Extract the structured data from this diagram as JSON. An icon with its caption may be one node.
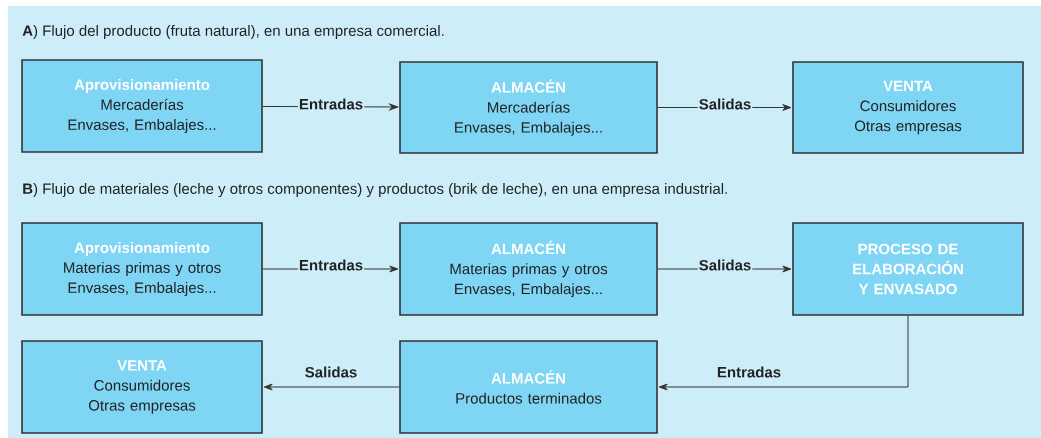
{
  "diagram": {
    "nodes": [
      {
        "text": [
          "Aprovisionamiento",
          "Mercaderías",
          "Envases, Embalajes..."
        ]
      },
      {
        "text": [
          "ALMACÉN",
          "Mercaderías",
          "Envases, Embalajes..."
        ]
      },
      {
        "text": [
          "VENTA",
          "Consumidores",
          "Otras empresas"
        ]
      },
      {
        "text": [
          "Aprovisionamiento",
          "Materias primas y otros",
          "Envases, Embalajes..."
        ]
      },
      {
        "text": [
          "ALMACÉN",
          "Materias primas y otros",
          "Envases, Embalajes..."
        ]
      },
      {
        "text": [
          "PROCESO DE ELABORACIÓN Y ENVASADO"
        ]
      },
      {
        "text": [
          "VENTA",
          "Consumidores",
          "Otras empresas"
        ]
      },
      {
        "text": [
          "ALMACÉN",
          "Productos terminados"
        ]
      }
    ],
    "edges": [
      {
        "from": 0,
        "to": 1,
        "arrow": "to",
        "label": "Entradas"
      },
      {
        "from": 1,
        "to": 2,
        "arrow": "to",
        "label": "Salidas"
      },
      {
        "from": 3,
        "to": 4,
        "arrow": "to",
        "label": "Entradas"
      },
      {
        "from": 4,
        "to": 5,
        "arrow": "to",
        "label": "Salidas"
      },
      {
        "from": 5,
        "to": 7,
        "arrow": "to",
        "label": "Entradas"
      },
      {
        "from": 7,
        "to": 6,
        "arrow": "to",
        "label": "Salidas"
      }
    ],
    "labels": [
      "**A**) Flujo del producto (fruta natural), en una empresa comercial.",
      "**B**) Flujo de materiales (leche y otros componentes) y productos (brik de leche), en una empresa industrial."
    ]
  }
}
